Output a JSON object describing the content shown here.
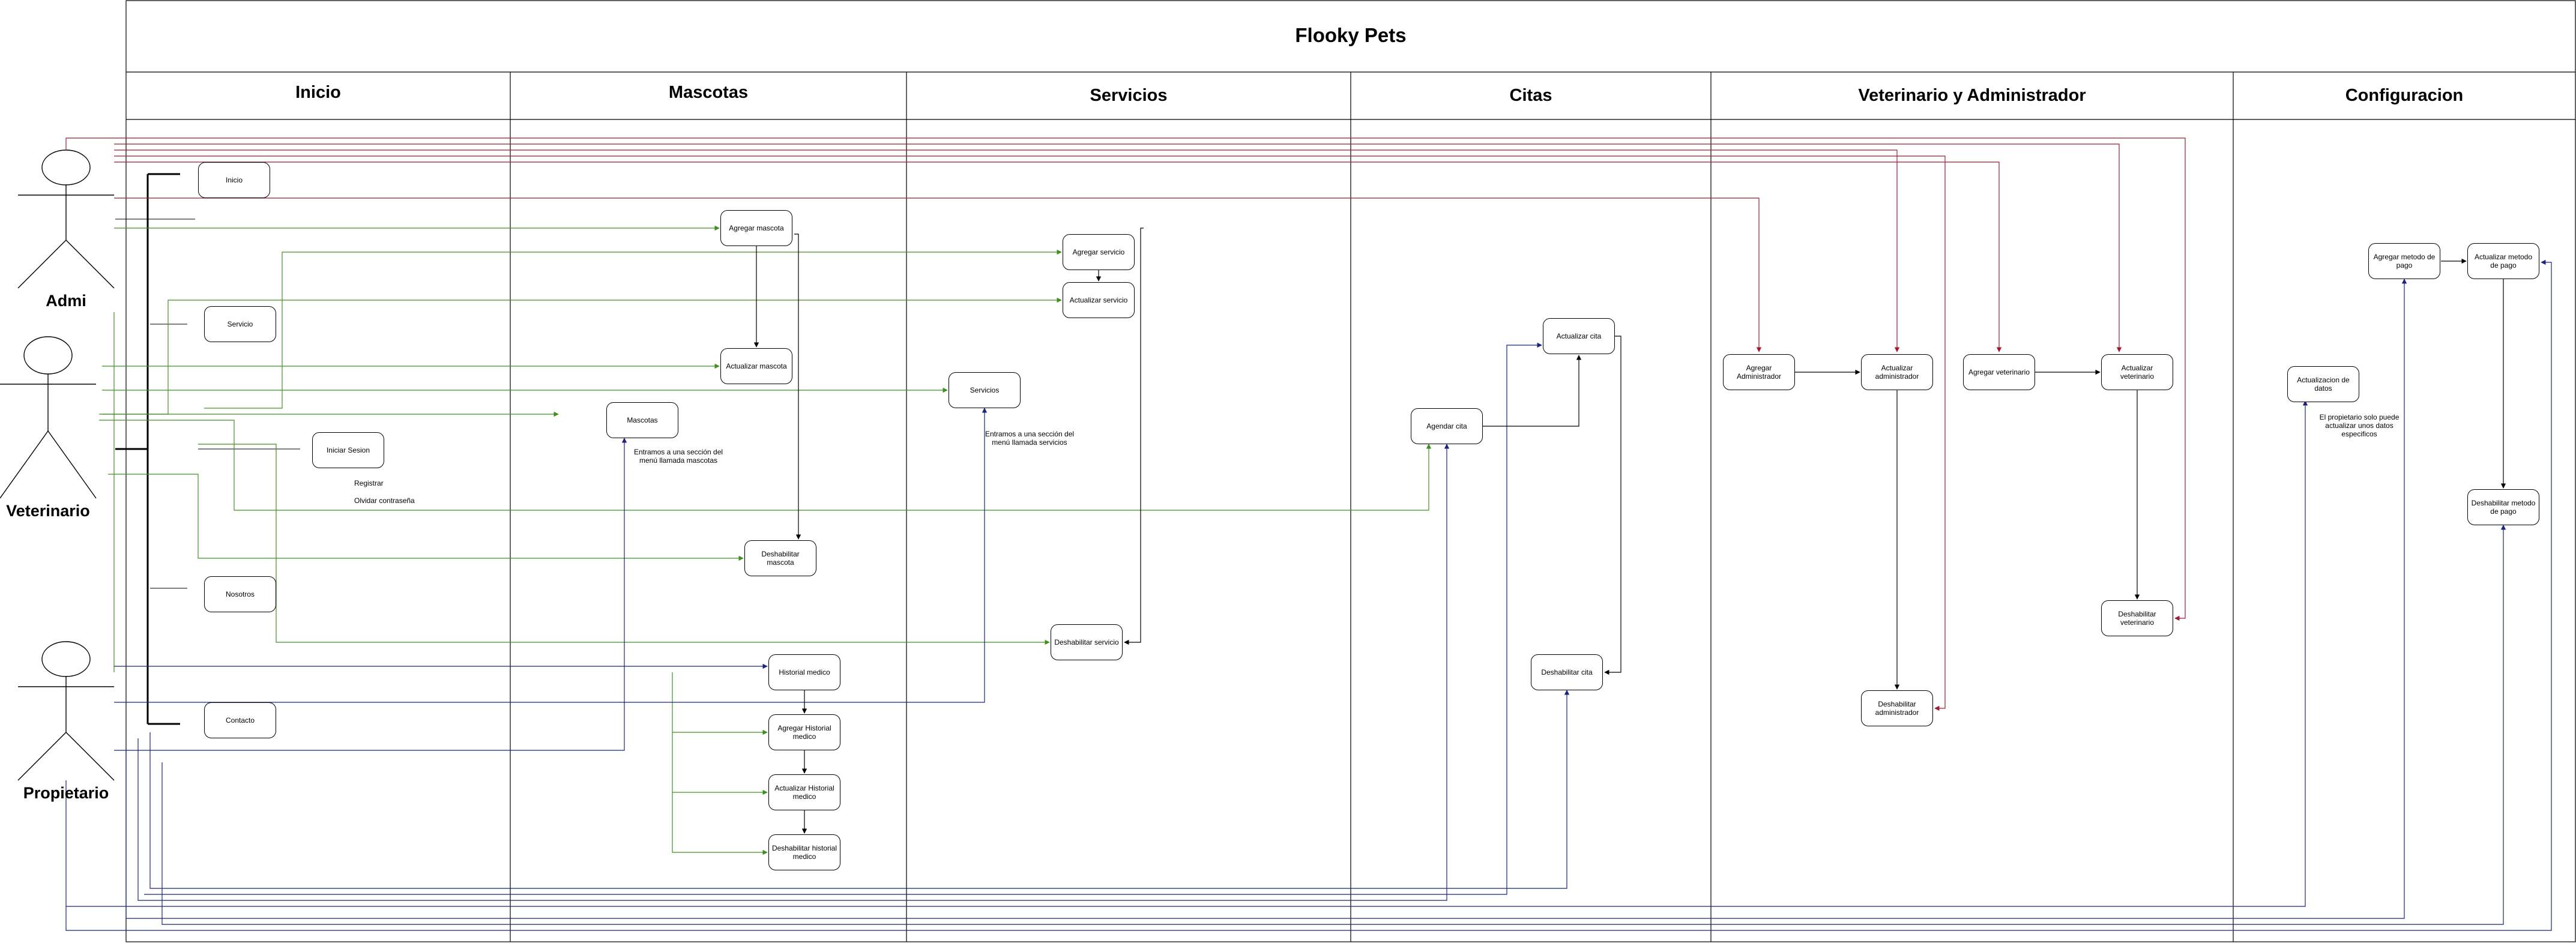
{
  "title": "Flooky Pets",
  "lanes": [
    {
      "title": "Inicio"
    },
    {
      "title": "Mascotas"
    },
    {
      "title": "Servicios"
    },
    {
      "title": "Citas"
    },
    {
      "title": "Veterinario y Administrador"
    },
    {
      "title": "Configuracion"
    }
  ],
  "actors": {
    "admi": "Admi",
    "veterinario": "Veterinario",
    "propietario": "Propietario"
  },
  "inicio": {
    "inicio": "Inicio",
    "servicio": "Servicio",
    "iniciar_sesion": "Iniciar Sesion",
    "registrar": "Registrar",
    "olvidar": "Olvidar contraseña",
    "nosotros": "Nosotros",
    "contacto": "Contacto"
  },
  "mascotas": {
    "agregar": "Agregar mascota",
    "actualizar": "Actualizar mascota",
    "mascotas": "Mascotas",
    "nota": "Entramos a una sección del menú llamada mascotas",
    "deshabilitar": "Deshabilitar mascota",
    "historial": "Historial medico",
    "agregar_historial": "Agregar Historial medico",
    "actualizar_historial": "Actualizar Historial medico",
    "deshabilitar_historial": "Deshabilitar historial medico"
  },
  "servicios": {
    "agregar": "Agregar servicio",
    "actualizar": "Actualizar servicio",
    "servicios": "Servicios",
    "nota": "Entramos a una sección del menú llamada servicios",
    "deshabilitar": "Deshabilitar servicio"
  },
  "citas": {
    "actualizar": "Actualizar cita",
    "agendar": "Agendar cita",
    "deshabilitar": "Deshabilitar cita"
  },
  "vet_admin": {
    "agregar_admin": "Agregar Administrador",
    "actualizar_admin": "Actualizar administrador",
    "deshabilitar_admin": "Deshabilitar administrador",
    "agregar_vet": "Agregar veterinario",
    "actualizar_vet": "Actualizar veterinario",
    "deshabilitar_vet": "Deshabilitar veterinario"
  },
  "config": {
    "agregar_pago": "Agregar metodo de pago",
    "actualizar_pago": "Actualizar metodo de pago",
    "actualizacion_datos": "Actualizacion de datos",
    "nota": "El propietario solo puede actualizar unos datos especificos",
    "deshabilitar_pago": "Deshabilitar metodo de pago"
  },
  "colors": {
    "admin_edges": "#9e1b32",
    "vet_edges": "#3f8f1f",
    "owner_edges": "#1a237e",
    "black_edges": "#000000"
  }
}
